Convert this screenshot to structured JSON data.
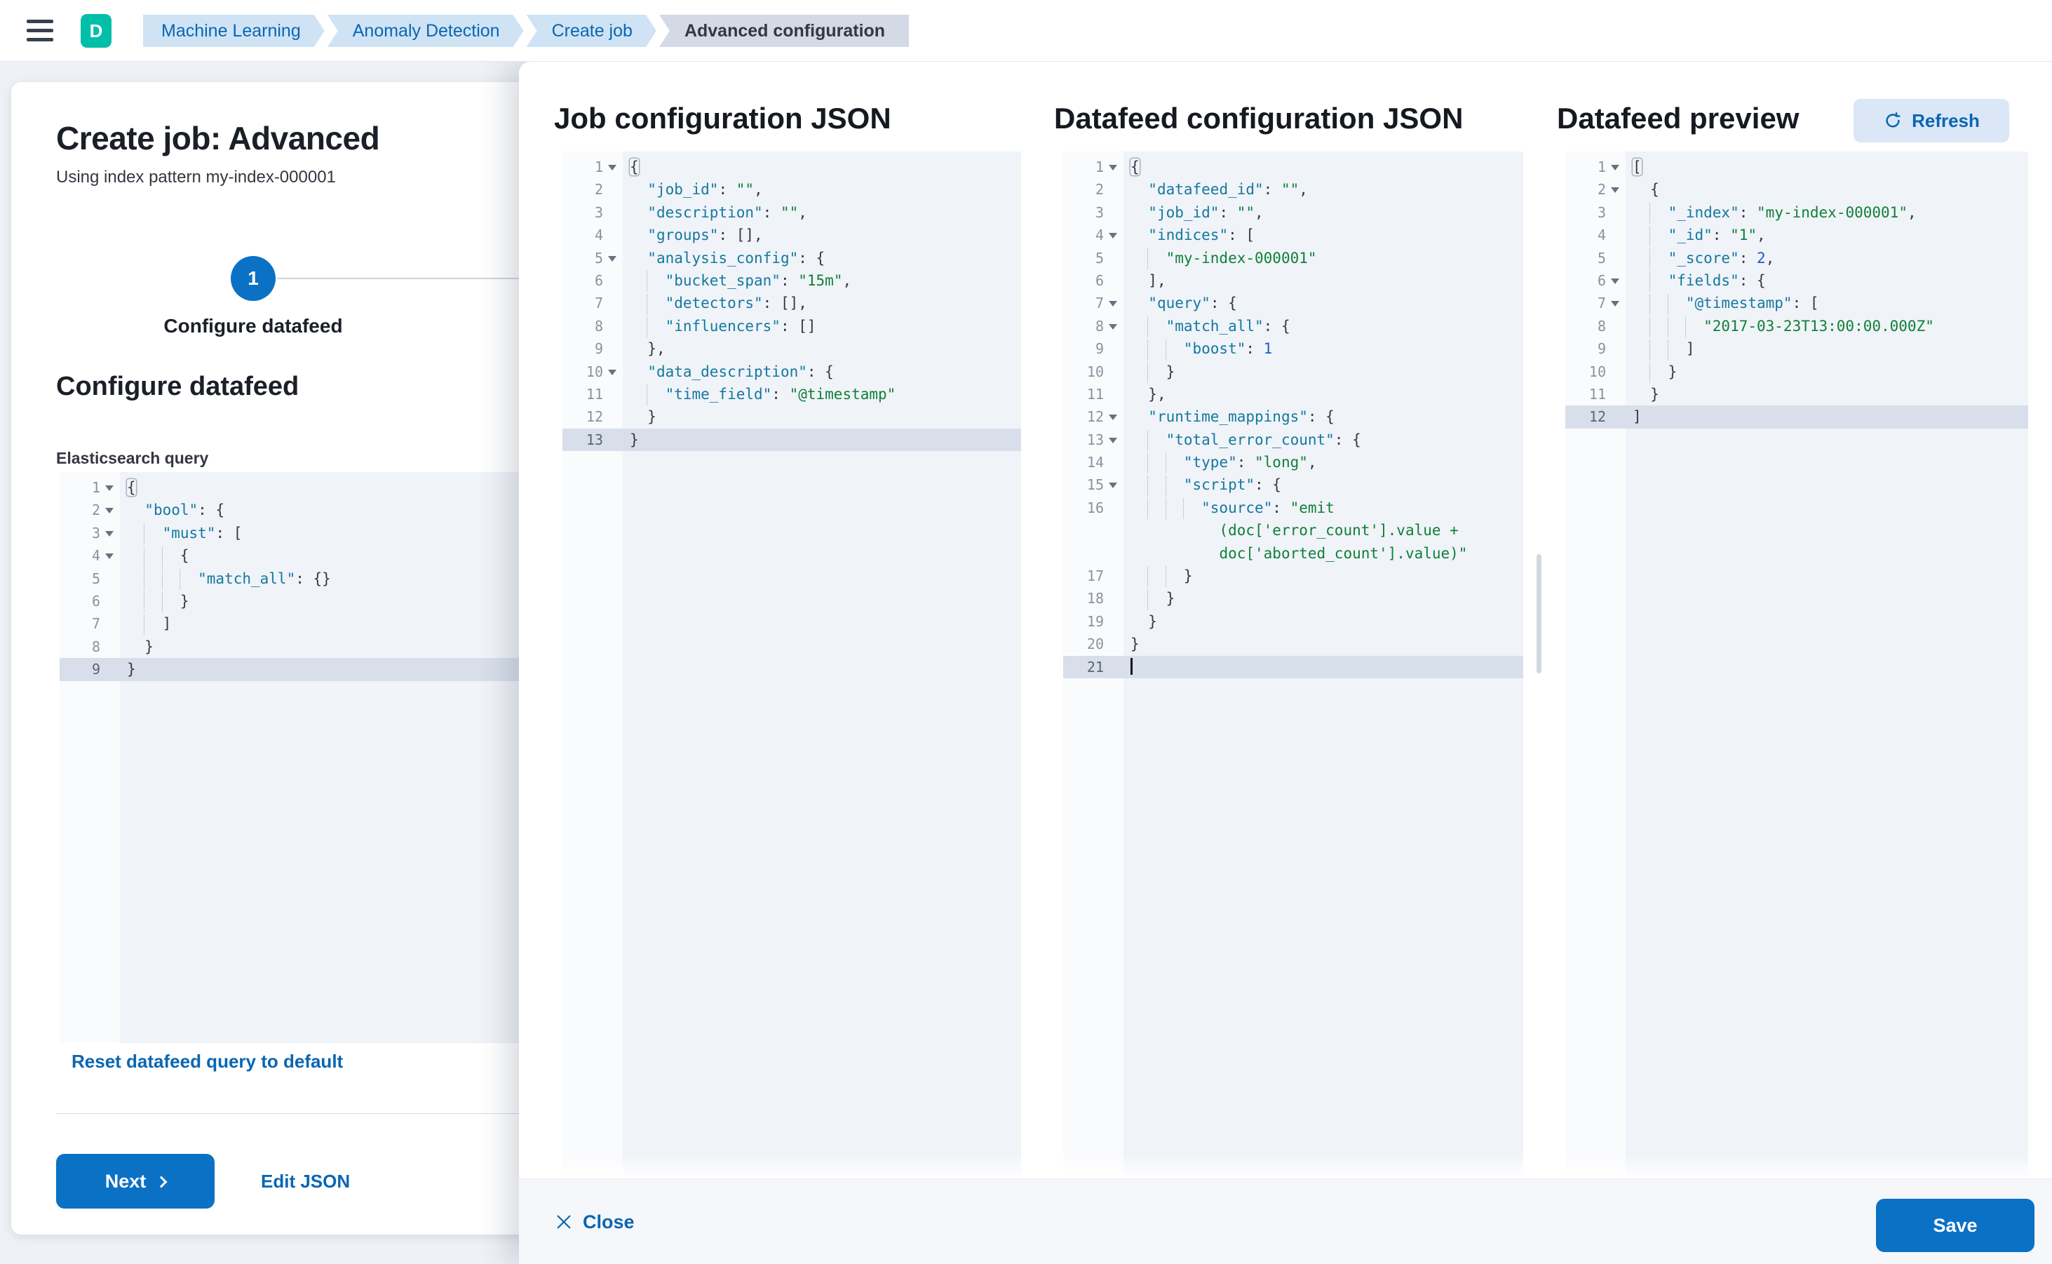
{
  "header": {
    "avatar": "D",
    "breadcrumbs": [
      {
        "label": "Machine Learning"
      },
      {
        "label": "Anomaly Detection"
      },
      {
        "label": "Create job"
      },
      {
        "label": "Advanced configuration"
      }
    ]
  },
  "left_panel": {
    "title": "Create job: Advanced",
    "subtitle": "Using index pattern my-index-000001",
    "step": {
      "number": "1",
      "label": "Configure datafeed"
    },
    "section_title": "Configure datafeed",
    "query_label": "Elasticsearch query",
    "reset_link": "Reset datafeed query to default",
    "next_label": "Next",
    "edit_json_label": "Edit JSON"
  },
  "columns": {
    "job": {
      "title": "Job configuration JSON"
    },
    "datafeed": {
      "title": "Datafeed configuration JSON"
    },
    "preview": {
      "title": "Datafeed preview",
      "refresh_label": "Refresh"
    }
  },
  "footer": {
    "close_label": "Close",
    "save_label": "Save"
  },
  "colors": {
    "accent_blue": "#0b71c5",
    "link_blue": "#0a66b3",
    "avatar_teal": "#00bfa8",
    "breadcrumb_blue_bg": "#cfe3f5",
    "breadcrumb_gray_bg": "#d3dae6",
    "editor_bg": "#f0f3f8",
    "editor_gutter_bg": "#fafbfd",
    "editor_active_line": "#d8dfea",
    "syntax_key": "#13799e",
    "syntax_string": "#0f8038",
    "syntax_number": "#2159c9"
  },
  "editors": {
    "es_query": {
      "active_line": 9,
      "lines": [
        {
          "n": 1,
          "f": 1,
          "t": [
            [
              "b",
              "{"
            ]
          ]
        },
        {
          "n": 2,
          "f": 1,
          "i": "  ",
          "t": [
            [
              "k",
              "\"bool\""
            ],
            [
              "p",
              ": {"
            ]
          ]
        },
        {
          "n": 3,
          "f": 1,
          "g": 1,
          "i": "  ",
          "t": [
            [
              "k",
              "\"must\""
            ],
            [
              "p",
              ": ["
            ]
          ]
        },
        {
          "n": 4,
          "f": 1,
          "g": 2,
          "i": "  ",
          "t": [
            [
              "p",
              "{"
            ]
          ]
        },
        {
          "n": 5,
          "g": 3,
          "i": "  ",
          "t": [
            [
              "k",
              "\"match_all\""
            ],
            [
              "p",
              ": {}"
            ]
          ]
        },
        {
          "n": 6,
          "g": 2,
          "i": "  ",
          "t": [
            [
              "p",
              "}"
            ]
          ]
        },
        {
          "n": 7,
          "g": 1,
          "i": "  ",
          "t": [
            [
              "p",
              "]"
            ]
          ]
        },
        {
          "n": 8,
          "i": "  ",
          "t": [
            [
              "p",
              "}"
            ]
          ]
        },
        {
          "n": 9,
          "a": 1,
          "t": [
            [
              "p",
              "}"
            ]
          ]
        }
      ]
    },
    "job_config": {
      "active_line": 13,
      "lines": [
        {
          "n": 1,
          "f": 1,
          "t": [
            [
              "b",
              "{"
            ]
          ]
        },
        {
          "n": 2,
          "i": "  ",
          "t": [
            [
              "k",
              "\"job_id\""
            ],
            [
              "p",
              ": "
            ],
            [
              "s",
              "\"\""
            ],
            [
              "p",
              ","
            ]
          ]
        },
        {
          "n": 3,
          "i": "  ",
          "t": [
            [
              "k",
              "\"description\""
            ],
            [
              "p",
              ": "
            ],
            [
              "s",
              "\"\""
            ],
            [
              "p",
              ","
            ]
          ]
        },
        {
          "n": 4,
          "i": "  ",
          "t": [
            [
              "k",
              "\"groups\""
            ],
            [
              "p",
              ": [],"
            ]
          ]
        },
        {
          "n": 5,
          "f": 1,
          "i": "  ",
          "t": [
            [
              "k",
              "\"analysis_config\""
            ],
            [
              "p",
              ": {"
            ]
          ]
        },
        {
          "n": 6,
          "g": 1,
          "i": "  ",
          "t": [
            [
              "k",
              "\"bucket_span\""
            ],
            [
              "p",
              ": "
            ],
            [
              "s",
              "\"15m\""
            ],
            [
              "p",
              ","
            ]
          ]
        },
        {
          "n": 7,
          "g": 1,
          "i": "  ",
          "t": [
            [
              "k",
              "\"detectors\""
            ],
            [
              "p",
              ": [],"
            ]
          ]
        },
        {
          "n": 8,
          "g": 1,
          "i": "  ",
          "t": [
            [
              "k",
              "\"influencers\""
            ],
            [
              "p",
              ": []"
            ]
          ]
        },
        {
          "n": 9,
          "i": "  ",
          "t": [
            [
              "p",
              "},"
            ]
          ]
        },
        {
          "n": 10,
          "f": 1,
          "i": "  ",
          "t": [
            [
              "k",
              "\"data_description\""
            ],
            [
              "p",
              ": {"
            ]
          ]
        },
        {
          "n": 11,
          "g": 1,
          "i": "  ",
          "t": [
            [
              "k",
              "\"time_field\""
            ],
            [
              "p",
              ": "
            ],
            [
              "s",
              "\"@timestamp\""
            ]
          ]
        },
        {
          "n": 12,
          "i": "  ",
          "t": [
            [
              "p",
              "}"
            ]
          ]
        },
        {
          "n": 13,
          "a": 1,
          "t": [
            [
              "p",
              "}"
            ]
          ]
        }
      ]
    },
    "datafeed_config": {
      "active_line": 21,
      "lines": [
        {
          "n": 1,
          "f": 1,
          "t": [
            [
              "b",
              "{"
            ]
          ]
        },
        {
          "n": 2,
          "i": "  ",
          "t": [
            [
              "k",
              "\"datafeed_id\""
            ],
            [
              "p",
              ": "
            ],
            [
              "s",
              "\"\""
            ],
            [
              "p",
              ","
            ]
          ]
        },
        {
          "n": 3,
          "i": "  ",
          "t": [
            [
              "k",
              "\"job_id\""
            ],
            [
              "p",
              ": "
            ],
            [
              "s",
              "\"\""
            ],
            [
              "p",
              ","
            ]
          ]
        },
        {
          "n": 4,
          "f": 1,
          "i": "  ",
          "t": [
            [
              "k",
              "\"indices\""
            ],
            [
              "p",
              ": ["
            ]
          ]
        },
        {
          "n": 5,
          "g": 1,
          "i": "  ",
          "t": [
            [
              "s",
              "\"my-index-000001\""
            ]
          ]
        },
        {
          "n": 6,
          "i": "  ",
          "t": [
            [
              "p",
              "],"
            ]
          ]
        },
        {
          "n": 7,
          "f": 1,
          "i": "  ",
          "t": [
            [
              "k",
              "\"query\""
            ],
            [
              "p",
              ": {"
            ]
          ]
        },
        {
          "n": 8,
          "f": 1,
          "g": 1,
          "i": "  ",
          "t": [
            [
              "k",
              "\"match_all\""
            ],
            [
              "p",
              ": {"
            ]
          ]
        },
        {
          "n": 9,
          "g": 2,
          "i": "  ",
          "t": [
            [
              "k",
              "\"boost\""
            ],
            [
              "p",
              ": "
            ],
            [
              "n",
              "1"
            ]
          ]
        },
        {
          "n": 10,
          "g": 1,
          "i": "  ",
          "t": [
            [
              "p",
              "}"
            ]
          ]
        },
        {
          "n": 11,
          "i": "  ",
          "t": [
            [
              "p",
              "},"
            ]
          ]
        },
        {
          "n": 12,
          "f": 1,
          "i": "  ",
          "t": [
            [
              "k",
              "\"runtime_mappings\""
            ],
            [
              "p",
              ": {"
            ]
          ]
        },
        {
          "n": 13,
          "f": 1,
          "g": 1,
          "i": "  ",
          "t": [
            [
              "k",
              "\"total_error_count\""
            ],
            [
              "p",
              ": {"
            ]
          ]
        },
        {
          "n": 14,
          "g": 2,
          "i": "  ",
          "t": [
            [
              "k",
              "\"type\""
            ],
            [
              "p",
              ": "
            ],
            [
              "s",
              "\"long\""
            ],
            [
              "p",
              ","
            ]
          ]
        },
        {
          "n": 15,
          "f": 1,
          "g": 2,
          "i": "  ",
          "t": [
            [
              "k",
              "\"script\""
            ],
            [
              "p",
              ": {"
            ]
          ]
        },
        {
          "n": 16,
          "g": 3,
          "i": "  ",
          "t": [
            [
              "k",
              "\"source\""
            ],
            [
              "p",
              ": "
            ],
            [
              "s",
              "\"emit"
            ]
          ]
        },
        {
          "n": "",
          "i": "          ",
          "t": [
            [
              "s",
              "(doc['error_count'].value +"
            ]
          ]
        },
        {
          "n": "",
          "i": "          ",
          "t": [
            [
              "s",
              "doc['aborted_count'].value)\""
            ]
          ]
        },
        {
          "n": 17,
          "g": 2,
          "i": "  ",
          "t": [
            [
              "p",
              "}"
            ]
          ]
        },
        {
          "n": 18,
          "g": 1,
          "i": "  ",
          "t": [
            [
              "p",
              "}"
            ]
          ]
        },
        {
          "n": 19,
          "i": "  ",
          "t": [
            [
              "p",
              "}"
            ]
          ]
        },
        {
          "n": 20,
          "t": [
            [
              "p",
              "}"
            ]
          ]
        },
        {
          "n": 21,
          "a": 1,
          "cur": 1,
          "t": []
        }
      ]
    },
    "datafeed_preview": {
      "active_line": 12,
      "lines": [
        {
          "n": 1,
          "f": 1,
          "t": [
            [
              "b",
              "["
            ]
          ]
        },
        {
          "n": 2,
          "f": 1,
          "i": "  ",
          "t": [
            [
              "p",
              "{"
            ]
          ]
        },
        {
          "n": 3,
          "g": 1,
          "i": "  ",
          "t": [
            [
              "k",
              "\"_index\""
            ],
            [
              "p",
              ": "
            ],
            [
              "s",
              "\"my-index-000001\""
            ],
            [
              "p",
              ","
            ]
          ]
        },
        {
          "n": 4,
          "g": 1,
          "i": "  ",
          "t": [
            [
              "k",
              "\"_id\""
            ],
            [
              "p",
              ": "
            ],
            [
              "s",
              "\"1\""
            ],
            [
              "p",
              ","
            ]
          ]
        },
        {
          "n": 5,
          "g": 1,
          "i": "  ",
          "t": [
            [
              "k",
              "\"_score\""
            ],
            [
              "p",
              ": "
            ],
            [
              "n",
              "2"
            ],
            [
              "p",
              ","
            ]
          ]
        },
        {
          "n": 6,
          "f": 1,
          "g": 1,
          "i": "  ",
          "t": [
            [
              "k",
              "\"fields\""
            ],
            [
              "p",
              ": {"
            ]
          ]
        },
        {
          "n": 7,
          "f": 1,
          "g": 2,
          "i": "  ",
          "t": [
            [
              "k",
              "\"@timestamp\""
            ],
            [
              "p",
              ": ["
            ]
          ]
        },
        {
          "n": 8,
          "g": 3,
          "i": "  ",
          "t": [
            [
              "s",
              "\"2017-03-23T13:00:00.000Z\""
            ]
          ]
        },
        {
          "n": 9,
          "g": 2,
          "i": "  ",
          "t": [
            [
              "p",
              "]"
            ]
          ]
        },
        {
          "n": 10,
          "g": 1,
          "i": "  ",
          "t": [
            [
              "p",
              "}"
            ]
          ]
        },
        {
          "n": 11,
          "i": "  ",
          "t": [
            [
              "p",
              "}"
            ]
          ]
        },
        {
          "n": 12,
          "a": 1,
          "t": [
            [
              "p",
              "]"
            ]
          ]
        }
      ]
    }
  }
}
